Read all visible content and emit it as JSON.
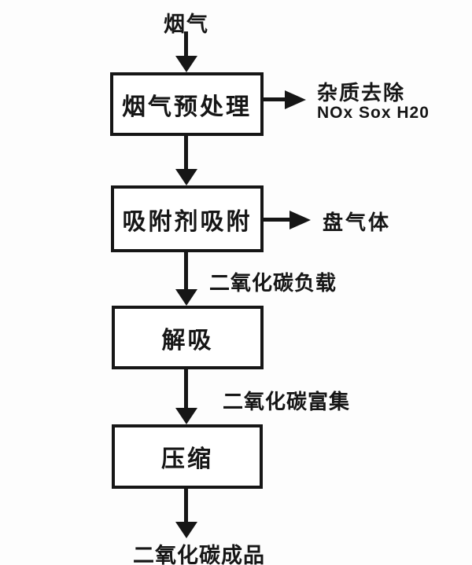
{
  "diagram": {
    "type": "process-flowchart",
    "input_label": "烟气",
    "boxes": [
      {
        "label": "烟气预处理"
      },
      {
        "label": "吸附剂吸附"
      },
      {
        "label": "解吸"
      },
      {
        "label": "压缩"
      }
    ],
    "branches": [
      {
        "title": "杂质去除",
        "subtitle": "NOx Sox H20"
      },
      {
        "title": "盘气体"
      }
    ],
    "stream_labels": [
      {
        "text": "二氧化碳负载"
      },
      {
        "text": "二氧化碳富集"
      }
    ],
    "output_label": "二氧化碳成品",
    "colors": {
      "line": "#161616",
      "background": "#ffffff",
      "box_fill": "#ffffff"
    }
  }
}
